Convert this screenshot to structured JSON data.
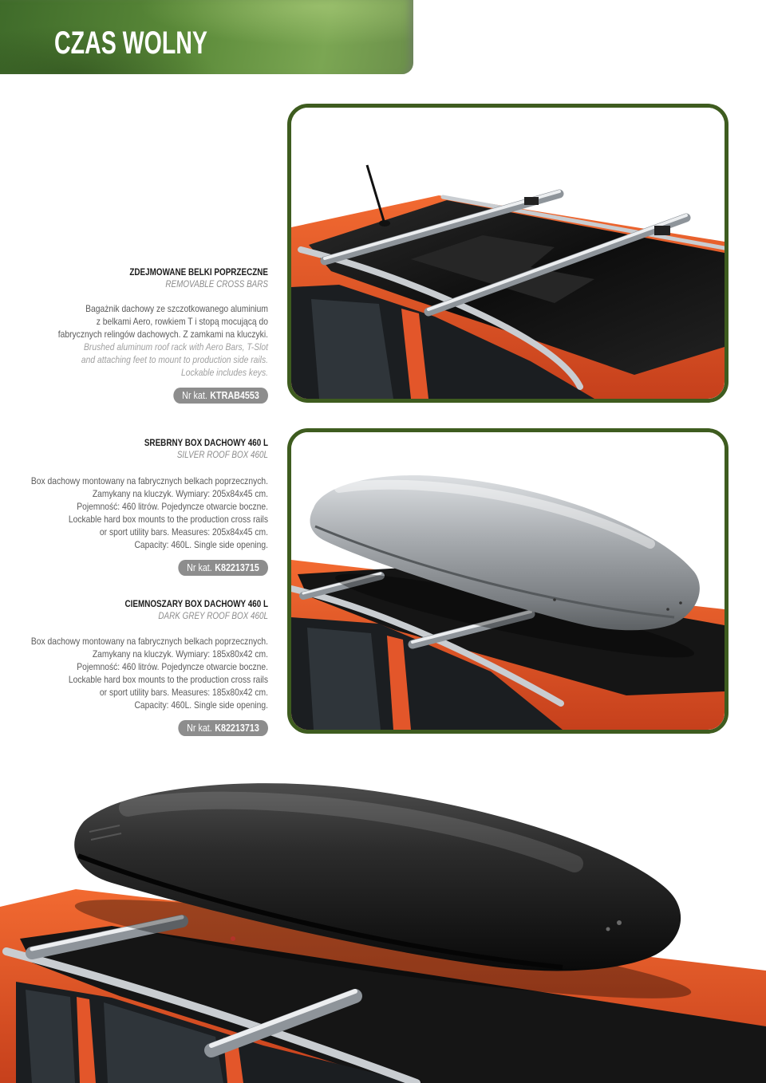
{
  "header": {
    "title": "CZAS WOLNY"
  },
  "products": [
    {
      "title": "ZDEJMOWANE BELKI POPRZECZNE",
      "subtitle": "REMOVABLE CROSS BARS",
      "description_pl": [
        "Bagażnik dachowy ze szczotkowanego aluminium",
        "z belkami Aero, rowkiem T i stopą mocującą do",
        "fabrycznych relingów dachowych. Z zamkami na kluczyki."
      ],
      "description_en": [
        "Brushed aluminum roof rack with Aero Bars, T-Slot",
        "and attaching feet to mount to production side rails.",
        "Lockable includes keys."
      ],
      "catalog_label": "Nr kat.",
      "catalog_number": "KTRAB4553"
    },
    {
      "title": "SREBRNY BOX DACHOWY 460 L",
      "subtitle": "SILVER ROOF BOX 460L",
      "description_pl": [
        "Box dachowy montowany na fabrycznych belkach poprzecznych.",
        "Zamykany na kluczyk. Wymiary: 205x84x45 cm.",
        "Pojemność: 460 litrów. Pojedyncze otwarcie boczne."
      ],
      "description_en": [
        "Lockable hard box mounts to the production cross rails",
        "or sport utility bars. Measures: 205x84x45 cm.",
        "Capacity: 460L. Single side opening."
      ],
      "catalog_label": "Nr kat.",
      "catalog_number": "K82213715"
    },
    {
      "title": "CIEMNOSZARY BOX DACHOWY 460 L",
      "subtitle": "DARK GREY ROOF BOX 460L",
      "description_pl": [
        "Box dachowy montowany na fabrycznych belkach poprzecznych.",
        "Zamykany na kluczyk. Wymiary: 185x80x42 cm.",
        "Pojemność: 460 litrów. Pojedyncze otwarcie boczne."
      ],
      "description_en": [
        "Lockable hard box mounts to the production cross rails",
        "or sport utility bars. Measures: 185x80x42 cm.",
        "Capacity: 460L. Single side opening."
      ],
      "catalog_label": "Nr kat.",
      "catalog_number": "K82213713"
    }
  ],
  "colors": {
    "header_green": "#5b8a39",
    "header_green_dark": "#3f6b2a",
    "frame_green": "#3e5c1f",
    "badge_grey": "#8d8d8d",
    "car_orange": "#e3562a",
    "roof_black": "#151515"
  }
}
